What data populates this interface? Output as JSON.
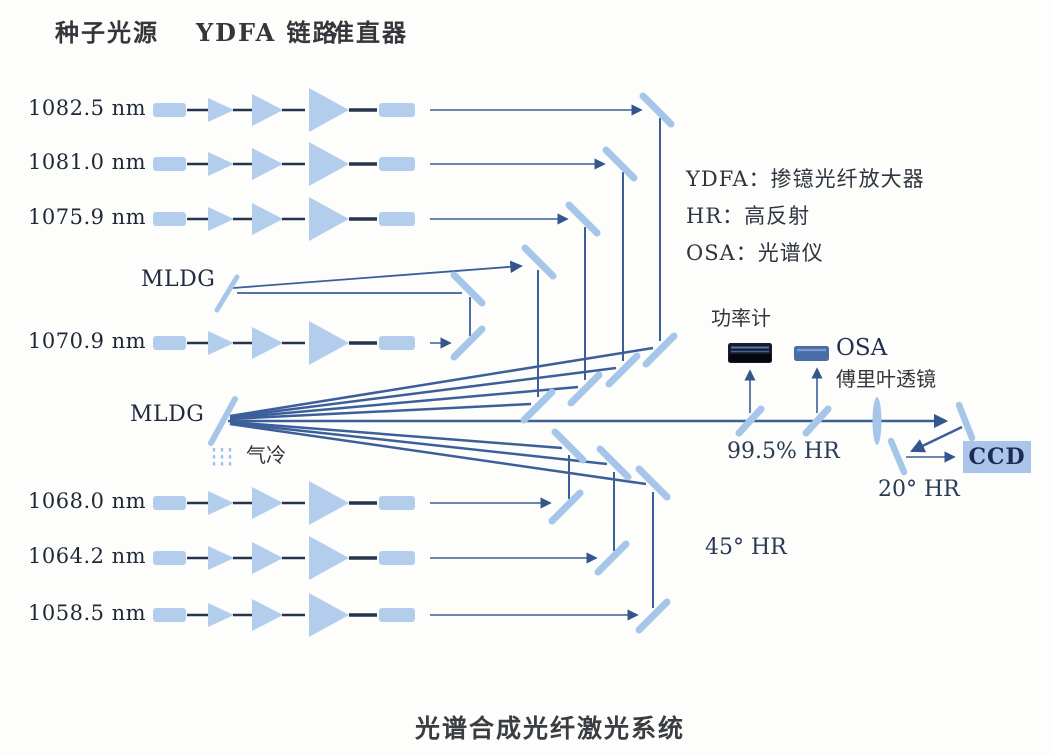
{
  "header": {
    "seed_source": "种子光源",
    "ydfa_chain": "YDFA 链路",
    "collimator": "准直器"
  },
  "channels": {
    "top": [
      "1082.5 nm",
      "1081.0 nm",
      "1075.9 nm"
    ],
    "mid": "1070.9 nm",
    "bottom": [
      "1068.0 nm",
      "1064.2 nm",
      "1058.5 nm"
    ]
  },
  "gratings": {
    "mldg_upper": "MLDG",
    "mldg_lower": "MLDG",
    "air_cooling": "气冷"
  },
  "legend": {
    "ydfa": "YDFA：掺镱光纤放大器",
    "hr": "HR：高反射",
    "osa": "OSA：光谱仪"
  },
  "instruments": {
    "power_meter": "功率计",
    "osa": "OSA",
    "fourier_lens": "傅里叶透镜",
    "ccd": "CCD"
  },
  "mirror_labels": {
    "hr_995": "99.5% HR",
    "hr_45": "45° HR",
    "hr_20": "20° HR"
  },
  "caption": "光谱合成光纤激光系统",
  "colors": {
    "component_blue": "#b3ceec",
    "mirror_blue": "#a6c6e9",
    "beam_blue": "#3c5f9a",
    "dash_navy": "#26344e",
    "text_dark": "#1e2836",
    "ccd_fill": "#aac4ea"
  }
}
